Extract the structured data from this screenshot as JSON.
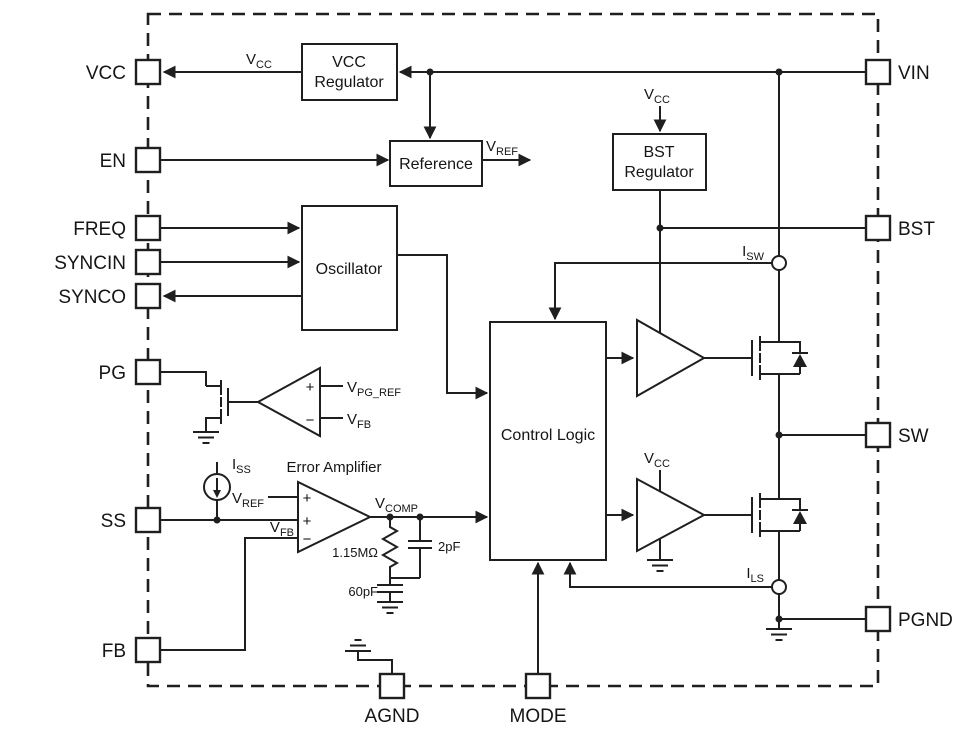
{
  "colors": {
    "ink": "#1f1f1f",
    "background": "#ffffff"
  },
  "pins": {
    "left": [
      {
        "label": "VCC"
      },
      {
        "label": "EN"
      },
      {
        "label": "FREQ"
      },
      {
        "label": "SYNCIN"
      },
      {
        "label": "SYNCO"
      },
      {
        "label": "PG"
      },
      {
        "label": "SS"
      },
      {
        "label": "FB"
      }
    ],
    "right": [
      {
        "label": "VIN"
      },
      {
        "label": "BST"
      },
      {
        "label": "SW"
      },
      {
        "label": "PGND"
      }
    ],
    "bottom": [
      {
        "label": "AGND"
      },
      {
        "label": "MODE"
      }
    ]
  },
  "blocks": {
    "vcc_regulator": {
      "line1": "VCC",
      "line2": "Regulator"
    },
    "reference": {
      "label": "Reference"
    },
    "oscillator": {
      "label": "Oscillator"
    },
    "bst_regulator": {
      "line1": "BST",
      "line2": "Regulator"
    },
    "control_logic": {
      "label": "Control Logic"
    },
    "error_amplifier": {
      "label": "Error Amplifier"
    }
  },
  "signals": {
    "vcc": {
      "main": "V",
      "sub": "CC"
    },
    "vref": {
      "main": "V",
      "sub": "REF"
    },
    "vfb": {
      "main": "V",
      "sub": "FB"
    },
    "vpg_ref": {
      "main": "V",
      "sub": "PG_REF"
    },
    "vcomp": {
      "main": "V",
      "sub": "COMP"
    },
    "isw": {
      "main": "I",
      "sub": "SW"
    },
    "ils": {
      "main": "I",
      "sub": "LS"
    },
    "iss": {
      "main": "I",
      "sub": "SS"
    }
  },
  "ops": {
    "plus": "+",
    "minus": "−"
  },
  "components": {
    "r_comp": "1.15MΩ",
    "c_hf": "2pF",
    "c_comp": "60pF"
  }
}
